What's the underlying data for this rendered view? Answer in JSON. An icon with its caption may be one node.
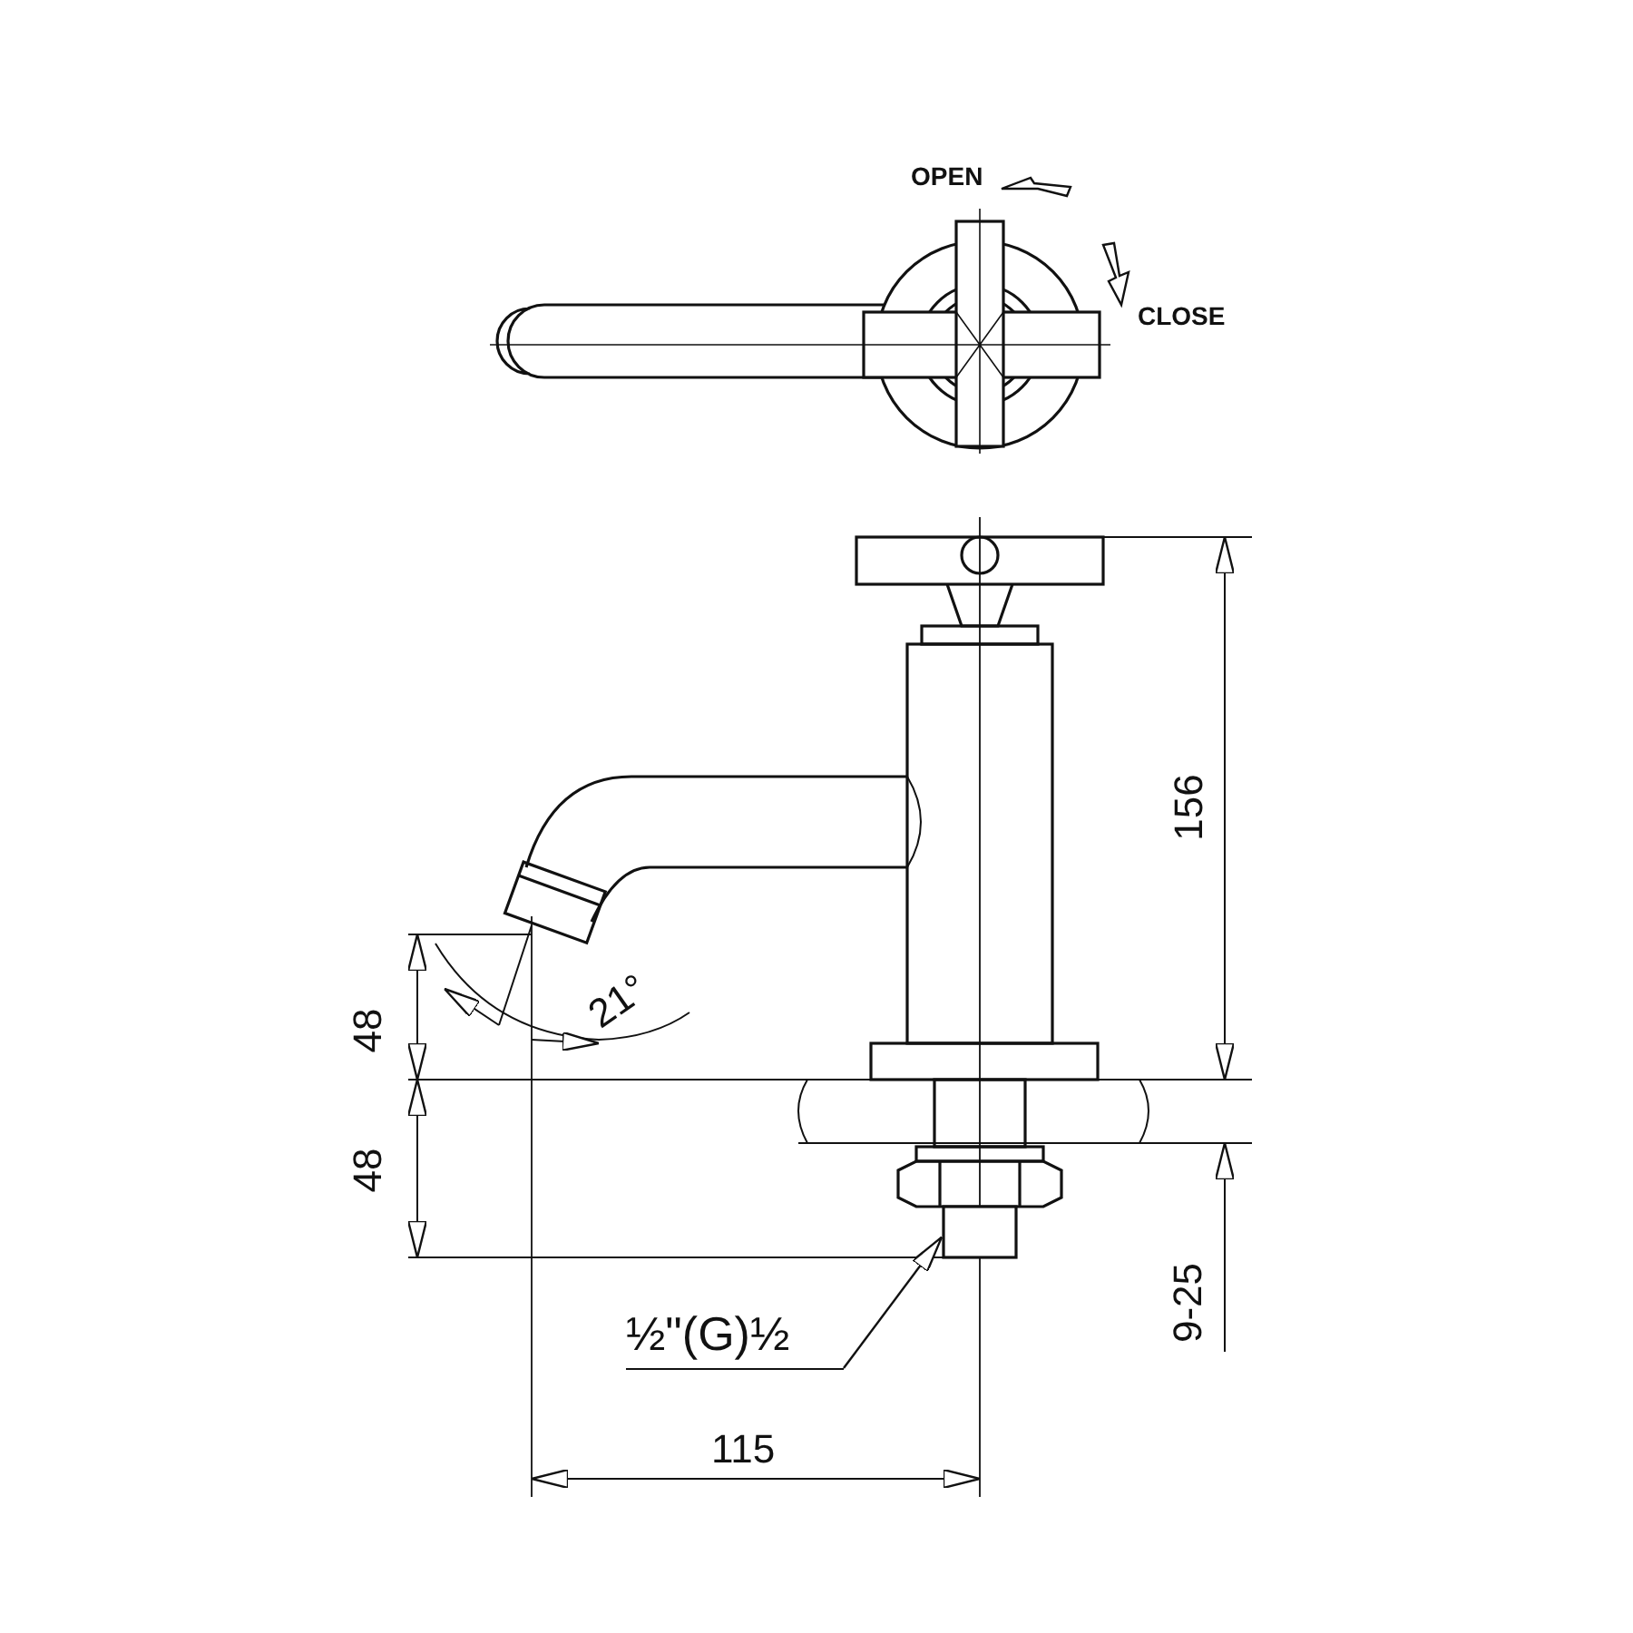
{
  "diagram": {
    "nodes": [
      {
        "text": [
          "½\"(G)½"
        ]
      },
      {
        "text": [],
        "shape": "box"
      }
    ],
    "edges": [
      {
        "from": 0,
        "to": 1,
        "arrow": "to"
      }
    ],
    "labels": [
      "OPEN",
      "CLOSE",
      "156",
      "48",
      "48",
      "21°",
      "9-25",
      "115"
    ]
  }
}
